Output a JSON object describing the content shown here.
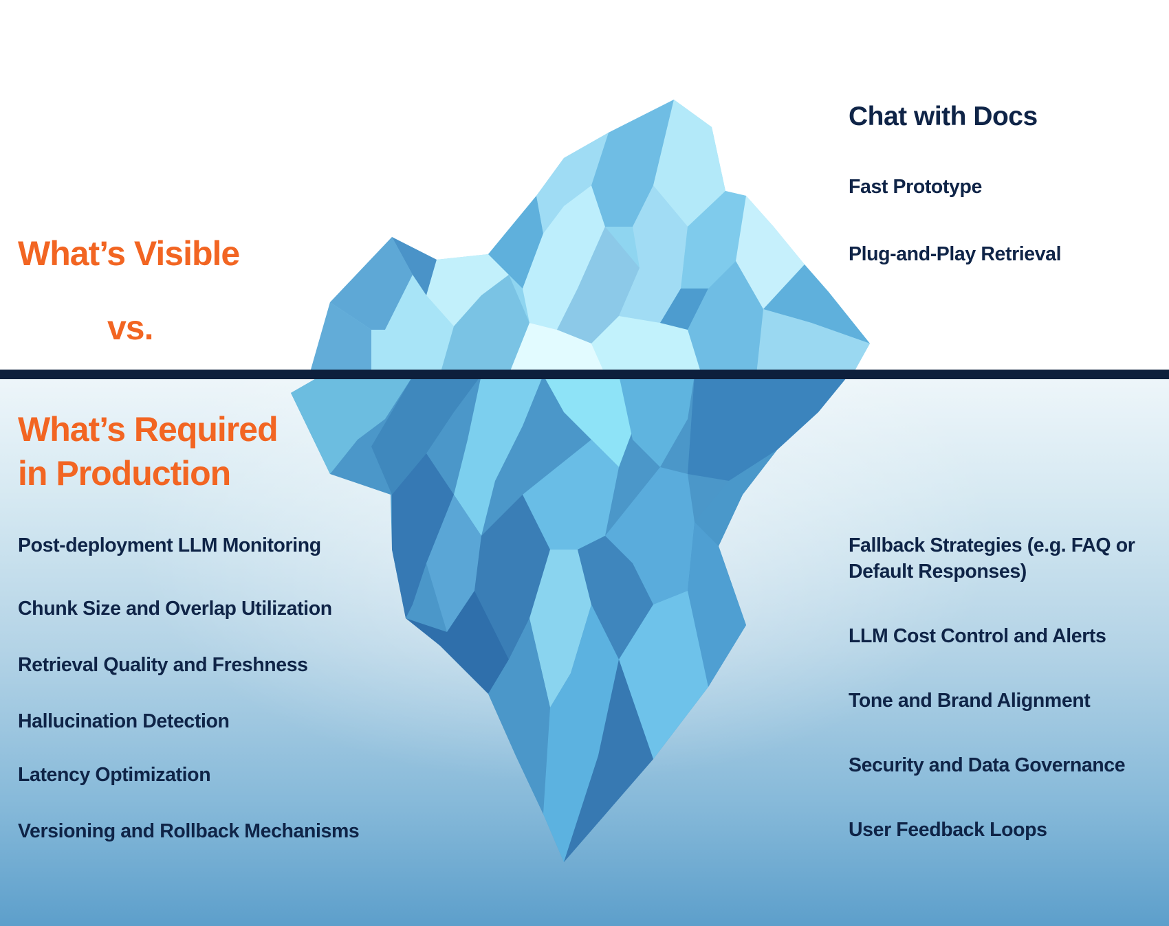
{
  "visible": {
    "title": "What’s Visible",
    "vs": "vs.",
    "heading": "Chat with Docs",
    "items": [
      "Fast Prototype",
      "Plug-and-Play Retrieval"
    ]
  },
  "required": {
    "title_line1": "What’s Required",
    "title_line2": "in Production",
    "left_items": [
      "Post-deployment LLM Monitoring",
      "Chunk Size and Overlap Utilization",
      "Retrieval Quality and Freshness",
      "Hallucination Detection",
      "Latency Optimization",
      "Versioning and Rollback Mechanisms"
    ],
    "right_items": [
      "Fallback Strategies (e.g. FAQ or",
      "Default Responses)",
      "LLM Cost Control and Alerts",
      "Tone and Brand Alignment",
      "Security and Data Governance",
      "User Feedback Loops"
    ]
  },
  "colors": {
    "accent": "#f26522",
    "navy": "#0f2447",
    "waterline": "#0d1f3c",
    "ice_light": "#aee8f8",
    "ice_mid": "#6ec3e6",
    "ice_dark": "#3b80b8"
  },
  "icons": [
    "iceberg-illustration"
  ]
}
